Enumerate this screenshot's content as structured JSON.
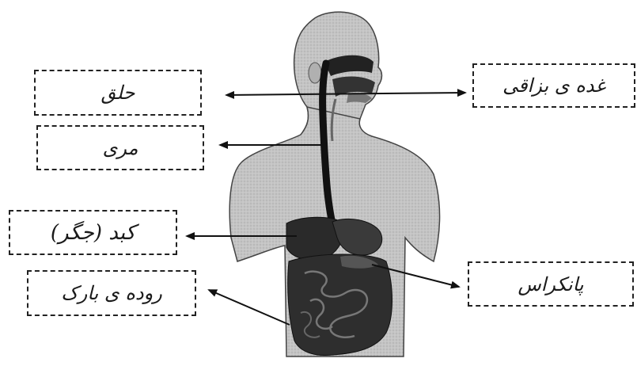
{
  "diagram": {
    "labels": {
      "throat": "حلق",
      "esophagus": "مری",
      "liver": "کبد (جگر)",
      "large_intestine": "روده ی بارک",
      "salivary_glands": "غده ی بزاقی",
      "pancreas": "پانکراس"
    }
  },
  "colors": {
    "ink": "#1a1a1a",
    "body_shading": "#bdbdbd",
    "organ_dark": "#2a2a2a"
  }
}
